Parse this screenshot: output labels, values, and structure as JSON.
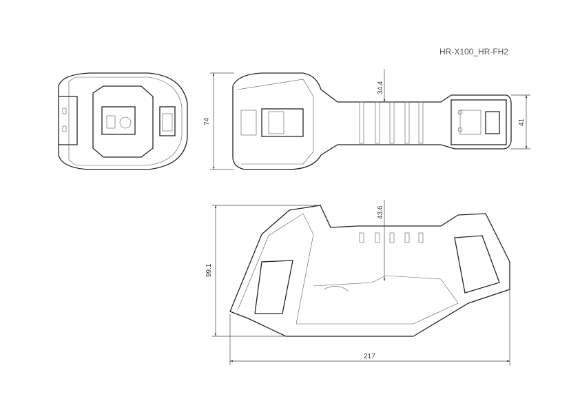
{
  "title": "HR-X100_HR-FH2",
  "dimensions": {
    "top_view_height": "74",
    "handle_width": "34.4",
    "rear_width": "41",
    "side_view_height": "99.1",
    "grip_height": "43.6",
    "total_length": "217"
  }
}
